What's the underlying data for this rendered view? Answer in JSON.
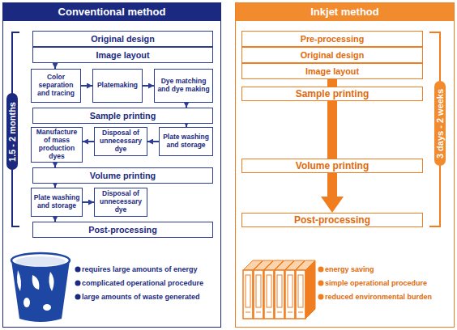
{
  "diagram": {
    "nodes": [
      {
        "text": [
          "Conventional method"
        ]
      },
      {
        "text": [
          "1.5 - 2 months"
        ],
        "in": 0
      },
      {
        "text": [
          "Original design"
        ],
        "in": 0
      },
      {
        "text": [
          "Image layout"
        ],
        "in": 0
      },
      {
        "text": [
          "Color separation and tracing"
        ],
        "in": 0
      },
      {
        "text": [
          "Platemaking"
        ],
        "in": 0
      },
      {
        "text": [
          "Dye matching and dye making"
        ],
        "in": 0
      },
      {
        "text": [
          "Sample printing"
        ],
        "in": 0
      },
      {
        "text": [
          "Plate washing and storage"
        ],
        "in": 0
      },
      {
        "text": [
          "Disposal of unnecessary dye"
        ],
        "in": 0
      },
      {
        "text": [
          "Manufacture of mass production dyes"
        ],
        "in": 0
      },
      {
        "text": [
          "Volume printing"
        ],
        "in": 0
      },
      {
        "text": [
          "Plate washing and storage"
        ],
        "in": 0
      },
      {
        "text": [
          "Disposal of unnecessary dye"
        ],
        "in": 0
      },
      {
        "text": [
          "Post-processing"
        ],
        "in": 0
      },
      {
        "text": [
          "Inkjet method"
        ]
      },
      {
        "text": [
          "3 days - 2 weeks"
        ],
        "in": 15
      },
      {
        "text": [
          "Pre-processing"
        ],
        "in": 15
      },
      {
        "text": [
          "Original design"
        ],
        "in": 15
      },
      {
        "text": [
          "Image layout"
        ],
        "in": 15
      },
      {
        "text": [
          "Sample printing"
        ],
        "in": 15
      },
      {
        "text": [
          "Volume printing"
        ],
        "in": 15
      },
      {
        "text": [
          "Post-processing"
        ],
        "in": 15
      }
    ],
    "edges": [
      {
        "from": 2,
        "to": 3,
        "arrow": "none"
      },
      {
        "from": 3,
        "to": 4,
        "arrow": "to"
      },
      {
        "from": 4,
        "to": 5,
        "arrow": "to"
      },
      {
        "from": 5,
        "to": 6,
        "arrow": "to"
      },
      {
        "from": 6,
        "to": 7,
        "arrow": "to"
      },
      {
        "from": 7,
        "to": 8,
        "arrow": "to"
      },
      {
        "from": 8,
        "to": 9,
        "arrow": "to"
      },
      {
        "from": 9,
        "to": 10,
        "arrow": "to"
      },
      {
        "from": 10,
        "to": 11,
        "arrow": "to"
      },
      {
        "from": 11,
        "to": 12,
        "arrow": "to"
      },
      {
        "from": 12,
        "to": 13,
        "arrow": "to"
      },
      {
        "from": 12,
        "to": 14,
        "arrow": "to"
      },
      {
        "from": 19,
        "to": 20,
        "arrow": "none"
      },
      {
        "from": 20,
        "to": 21,
        "arrow": "none"
      },
      {
        "from": 21,
        "to": 22,
        "arrow": "to"
      }
    ],
    "labels": [
      "requires large amounts of energy",
      "complicated operational procedure",
      "large amounts of waste generated",
      "energy saving",
      "simple operational procedure",
      "reduced environmental burden"
    ]
  }
}
